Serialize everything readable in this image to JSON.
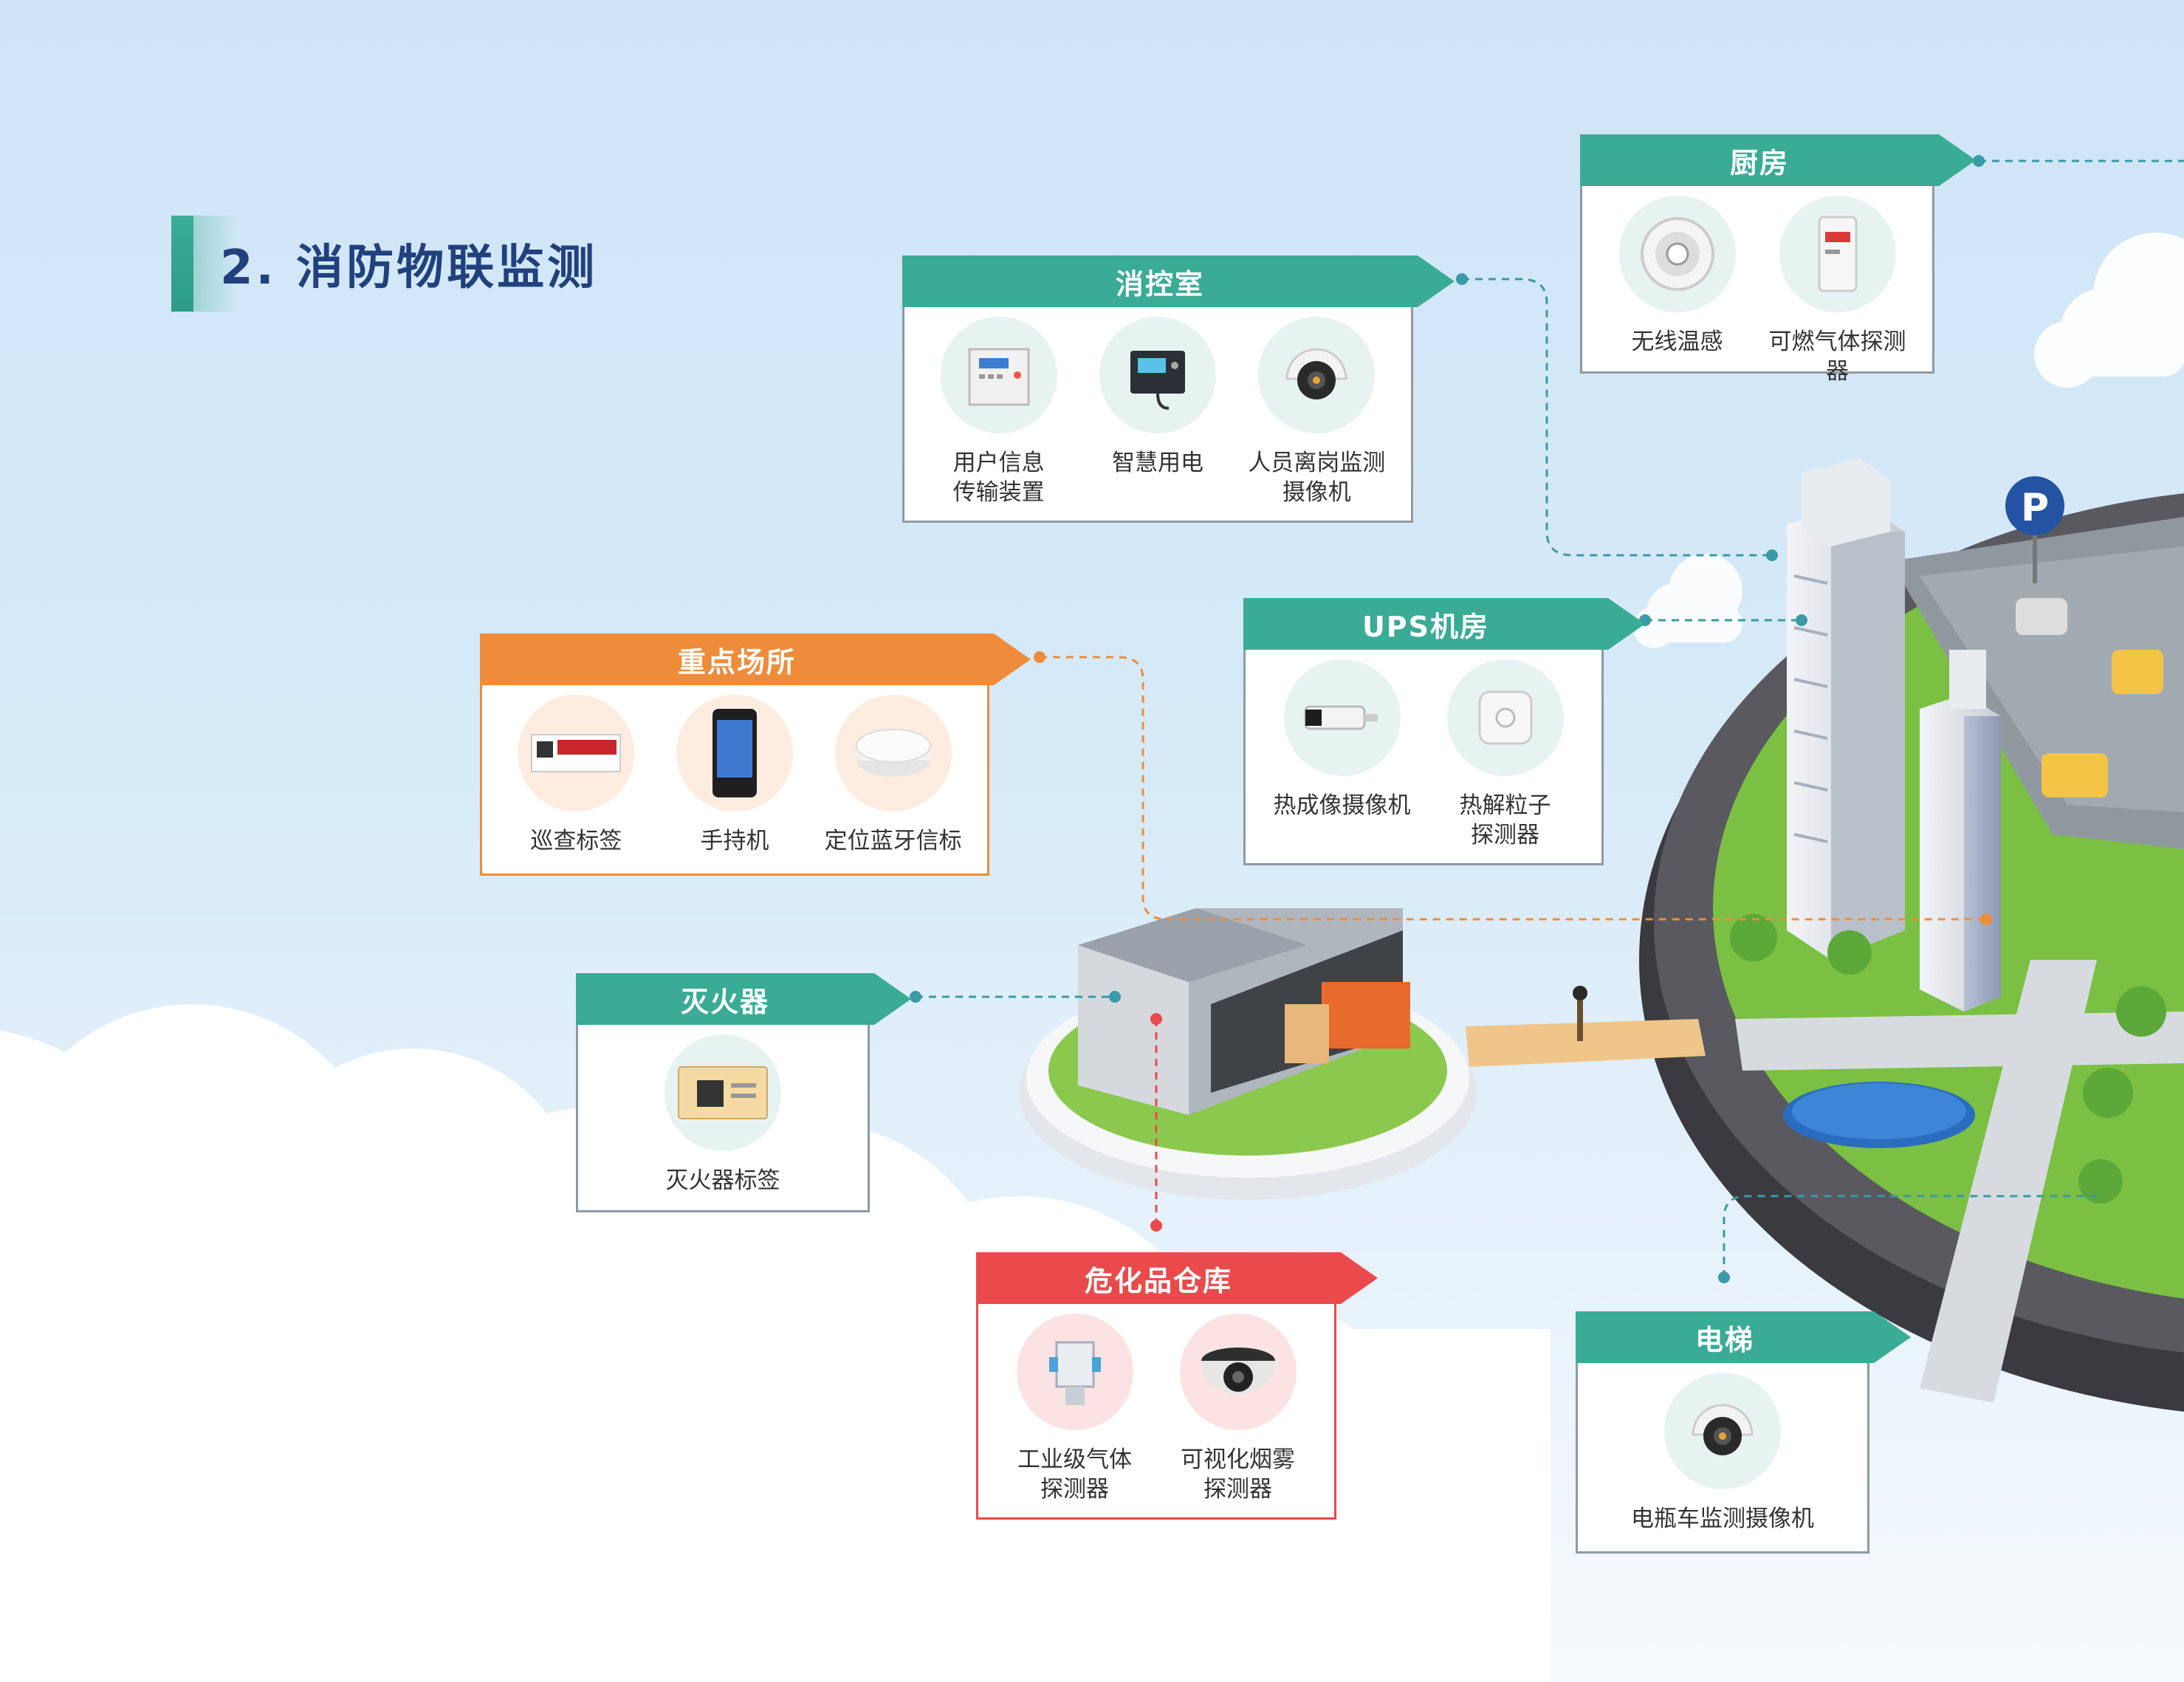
{
  "title": "2. 消防物联监测",
  "parking_label": "P",
  "cards": {
    "kitchen": {
      "title": "厨房",
      "items": [
        "无线温感",
        "可燃气体探测器"
      ]
    },
    "control_room": {
      "title": "消控室",
      "items": [
        "用户信息\n传输装置",
        "智慧用电",
        "人员离岗监测\n摄像机"
      ]
    },
    "ups_room": {
      "title": "UPS机房",
      "items": [
        "热成像摄像机",
        "热解粒子\n探测器"
      ]
    },
    "key_places": {
      "title": "重点场所",
      "items": [
        "巡查标签",
        "手持机",
        "定位蓝牙信标"
      ]
    },
    "extinguisher": {
      "title": "灭火器",
      "items": [
        "灭火器标签"
      ]
    },
    "hazmat_warehouse": {
      "title": "危化品仓库",
      "items": [
        "工业级气体\n探测器",
        "可视化烟雾\n探测器"
      ]
    },
    "elevator": {
      "title": "电梯",
      "items": [
        "电瓶车监测摄像机"
      ]
    }
  },
  "icons": {
    "kitchen": [
      "wireless-temperature-sensor-icon",
      "combustible-gas-detector-icon"
    ],
    "control_room": [
      "user-info-transmission-device-icon",
      "smart-electricity-icon",
      "staff-absence-camera-icon"
    ],
    "ups_room": [
      "thermal-imaging-camera-icon",
      "pyrolysis-particle-detector-icon"
    ],
    "key_places": [
      "patrol-tag-icon",
      "handheld-terminal-icon",
      "bluetooth-beacon-icon"
    ],
    "extinguisher": [
      "extinguisher-tag-icon"
    ],
    "hazmat_warehouse": [
      "industrial-gas-detector-icon",
      "visual-smoke-detector-icon"
    ],
    "elevator": [
      "ebike-monitor-camera-icon"
    ]
  },
  "colors": {
    "green": "#3aab95",
    "orange": "#ee8c3a",
    "red": "#ea4a4b",
    "title": "#21417e",
    "connector": "#3a9aa8"
  }
}
